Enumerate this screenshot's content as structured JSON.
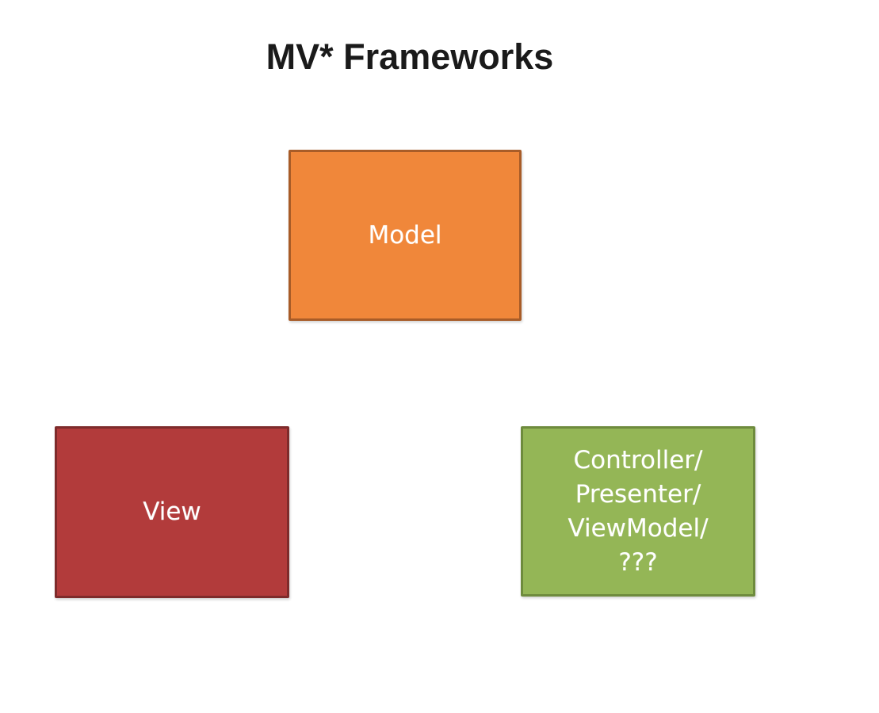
{
  "title": "MV* Frameworks",
  "diagram": {
    "boxes": [
      {
        "id": "model",
        "label": "Model",
        "fill": "#F0873A",
        "border": "#A85C28",
        "text_color": "#FFFFFF",
        "position": "top-center"
      },
      {
        "id": "view",
        "label": "View",
        "fill": "#B23B3B",
        "border": "#7E2B2B",
        "text_color": "#FFFFFF",
        "position": "bottom-left"
      },
      {
        "id": "controller",
        "label": "Controller/\nPresenter/\nViewModel/\n???",
        "fill": "#94B656",
        "border": "#6E8B3D",
        "text_color": "#FFFFFF",
        "position": "bottom-right"
      }
    ]
  }
}
